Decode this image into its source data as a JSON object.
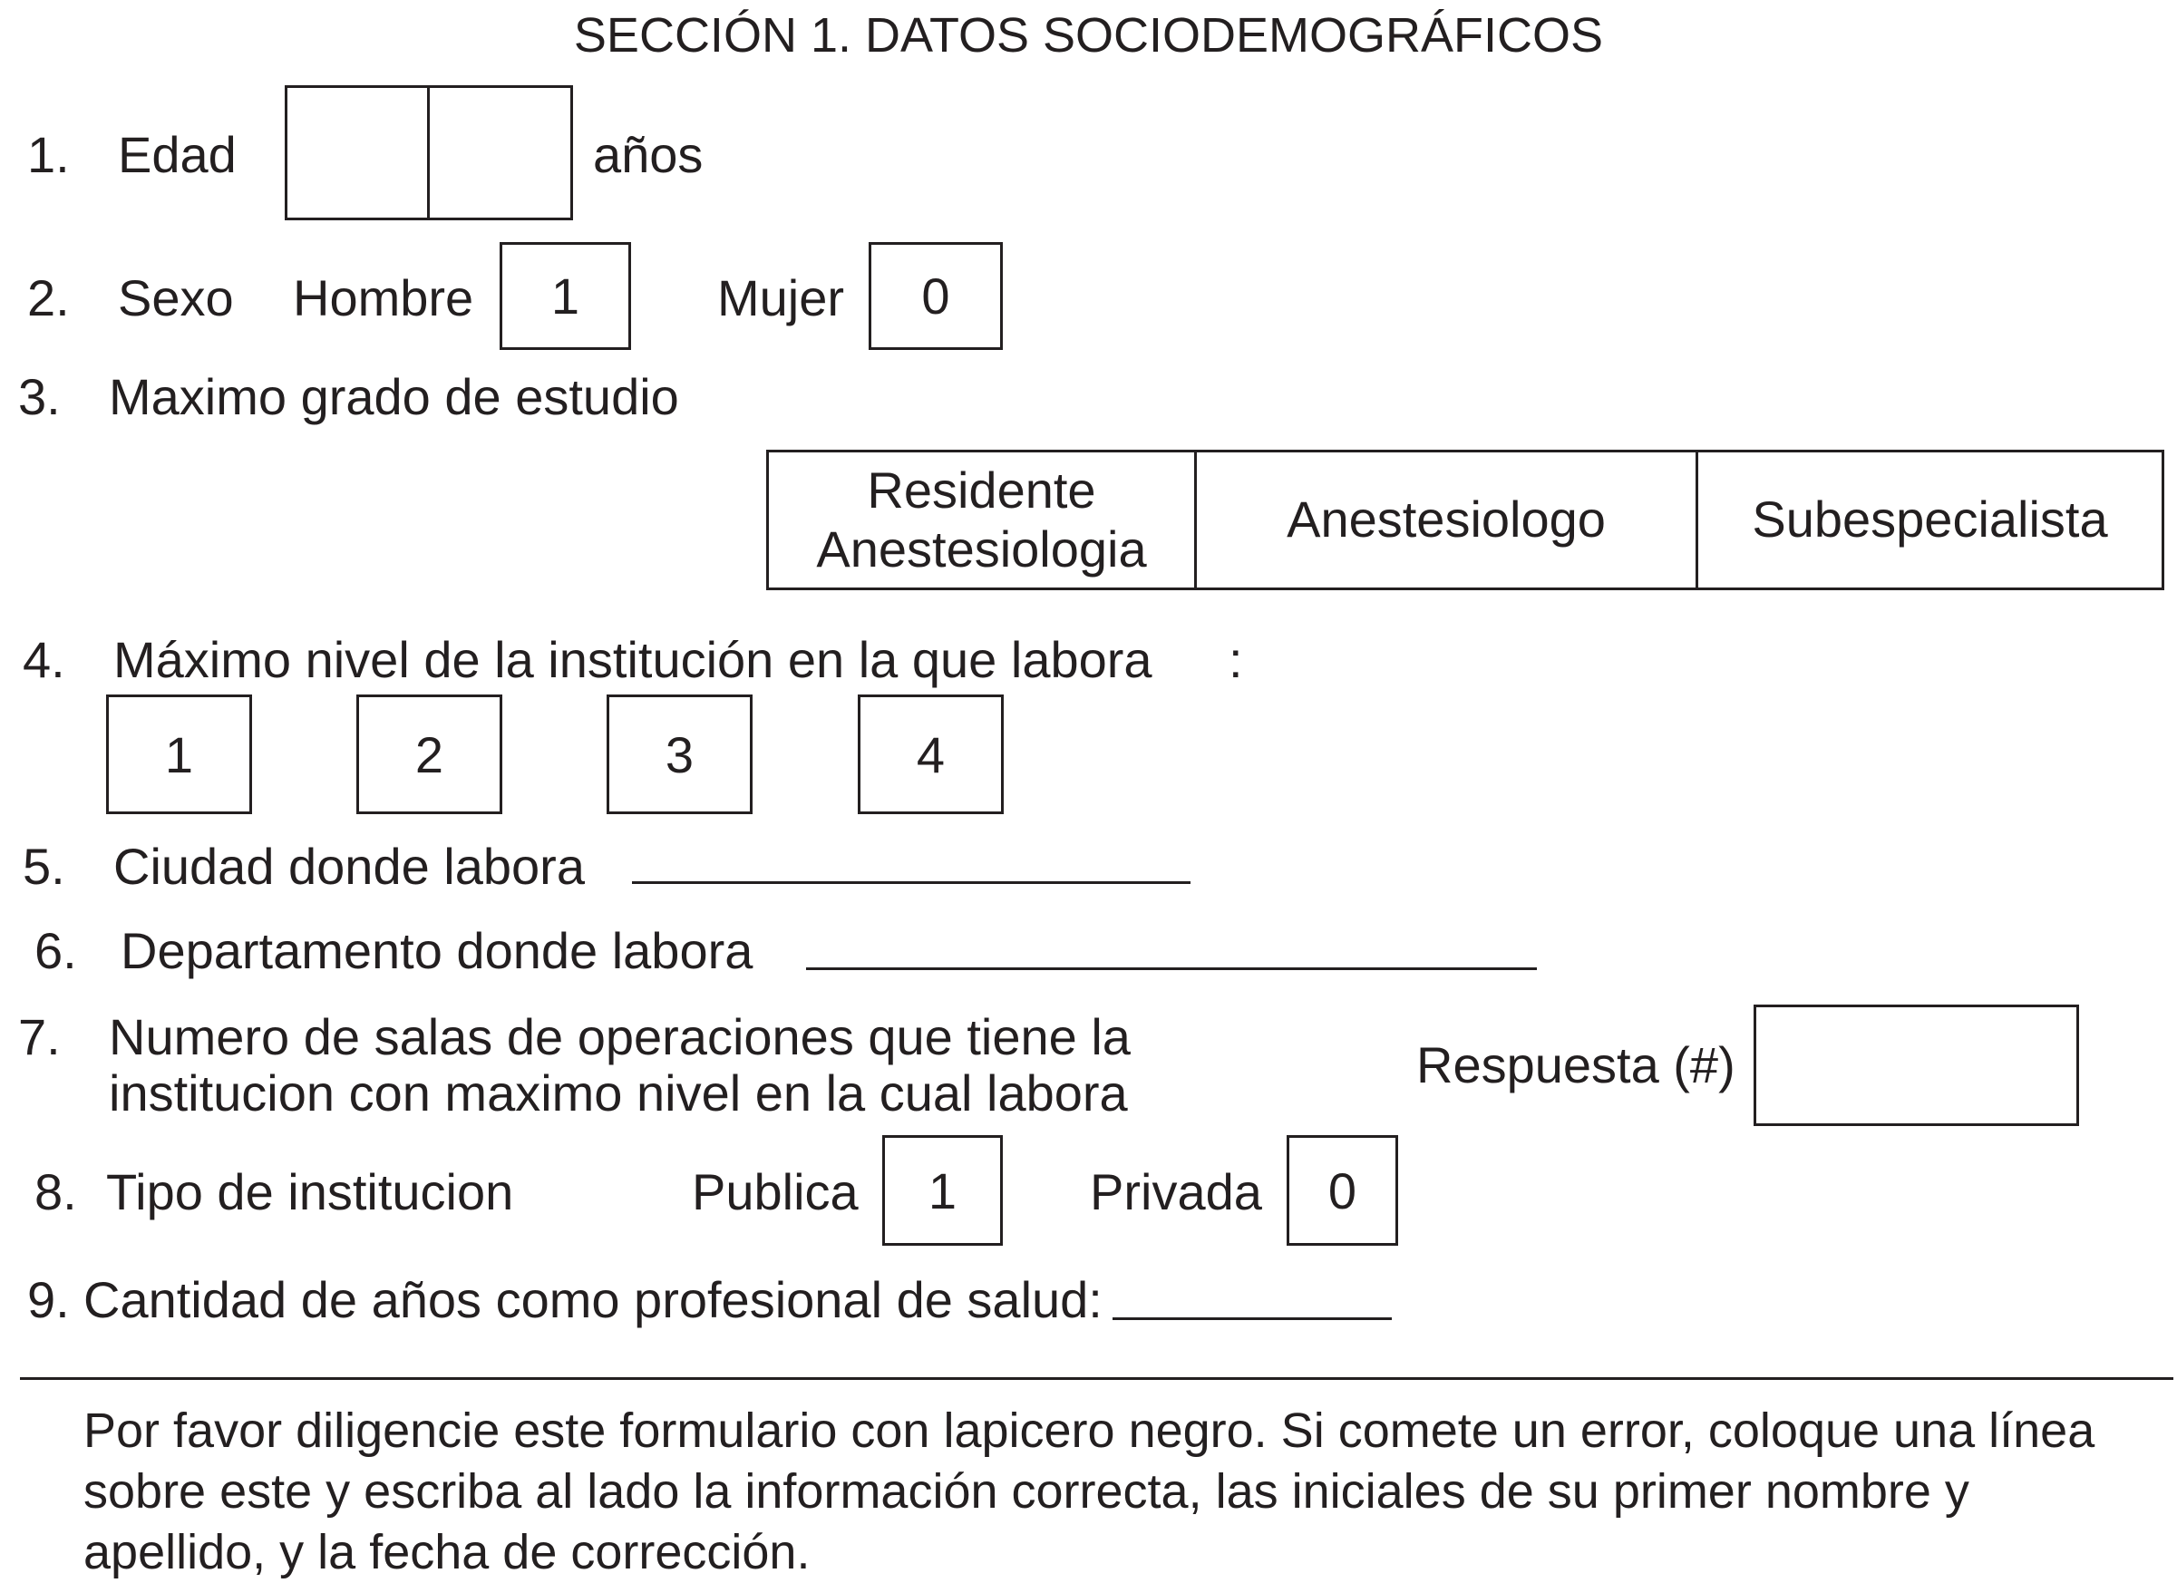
{
  "section_title": "SECCIÓN 1. DATOS SOCIODEMOGRÁFICOS",
  "q1": {
    "number": "1.",
    "label": "Edad",
    "unit": "años"
  },
  "q2": {
    "number": "2.",
    "label": "Sexo",
    "male_label": "Hombre",
    "male_code": "1",
    "female_label": "Mujer",
    "female_code": "0"
  },
  "q3": {
    "number": "3.",
    "label": "Maximo grado de estudio",
    "options": [
      {
        "line1": "Residente",
        "line2": "Anestesiologia"
      },
      {
        "line1": "Anestesiologo",
        "line2": ""
      },
      {
        "line1": "Subespecialista",
        "line2": ""
      }
    ]
  },
  "q4": {
    "number": "4.",
    "label": "Máximo nivel de la institución en la que labora",
    "colon": ":",
    "options": [
      "1",
      "2",
      "3",
      "4"
    ]
  },
  "q5": {
    "number": "5.",
    "label": "Ciudad donde labora"
  },
  "q6": {
    "number": "6.",
    "label": "Departamento donde labora"
  },
  "q7": {
    "number": "7.",
    "line1": "Numero de salas de operaciones que tiene la",
    "line2": "institucion con maximo nivel en la cual labora",
    "answer_label": "Respuesta (#)"
  },
  "q8": {
    "number": "8.",
    "label": "Tipo de institucion",
    "public_label": "Publica",
    "public_code": "1",
    "private_label": "Privada",
    "private_code": "0"
  },
  "q9": {
    "number": "9.",
    "label": "Cantidad de años como profesional de salud:"
  },
  "instructions": "Por favor diligencie este formulario con lapicero negro. Si comete un error, coloque una línea sobre este y escriba al lado la información correcta, las iniciales de su primer nombre y apellido, y la fecha de corrección."
}
